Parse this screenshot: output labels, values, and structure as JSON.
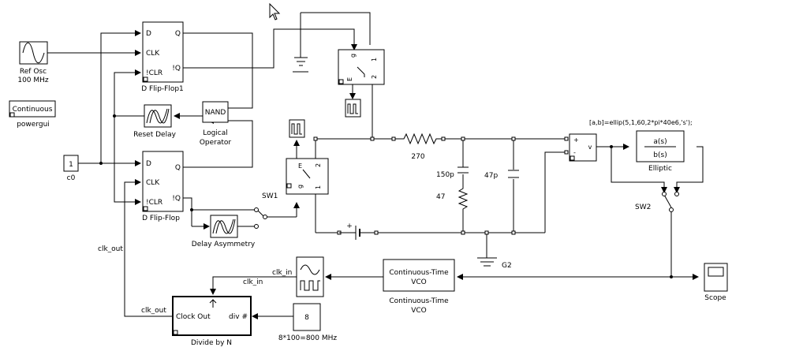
{
  "blocks": {
    "ref_osc": {
      "line1": "Ref Osc",
      "line2": "100 MHz"
    },
    "powergui": {
      "face": "Continuous",
      "label": "powergui"
    },
    "dff1": {
      "label": "D Flip-Flop1",
      "d": "D",
      "clk": "CLK",
      "clr": "!CLR",
      "q": "Q",
      "nq": "!Q"
    },
    "dff": {
      "label": "D Flip-Flop",
      "d": "D",
      "clk": "CLK",
      "clr": "!CLR",
      "q": "Q",
      "nq": "!Q"
    },
    "reset_delay": {
      "label": "Reset Delay"
    },
    "nand": {
      "face": "NAND",
      "line1": "Logical",
      "line2": "Operator"
    },
    "const_c0": {
      "value": "1",
      "label": "c0"
    },
    "sw_top": {
      "e": "E",
      "p1": "1",
      "p2": "2",
      "pg": "g"
    },
    "sw_mid": {
      "e": "E",
      "p1": "1",
      "p2": "2",
      "pg": "g"
    },
    "sw1": {
      "label": "SW1"
    },
    "delay_asym": {
      "label": "Delay Asymmetry"
    },
    "r270": {
      "label": "270"
    },
    "c150p": {
      "label": "150p"
    },
    "r47": {
      "label": "47"
    },
    "c47p": {
      "label": "47p"
    },
    "battery": {
      "plus": "+"
    },
    "ground": {
      "label": "G2"
    },
    "vmeas": {
      "plus": "+",
      "minus": "-",
      "out": "v"
    },
    "elliptic": {
      "num": "a(s)",
      "den": "b(s)",
      "label": "Elliptic",
      "annotation": "[a,b]=ellip(5,1,60,2*pi*40e6,'s');"
    },
    "sw2": {
      "label": "SW2"
    },
    "scope": {
      "label": "Scope"
    },
    "vco": {
      "face1": "Continuous-Time",
      "face2": "VCO",
      "label1": "Continuous-Time",
      "label2": "VCO"
    },
    "divn": {
      "clock_out": "Clock Out",
      "div": "div #",
      "label": "Divide by N"
    },
    "const_8": {
      "value": "8",
      "label": "8*100=800 MHz"
    },
    "signals": {
      "clk_out_left": "clk_out",
      "clk_out_bottom": "clk_out",
      "clk_in_right": "clk_in",
      "clk_in_left": "clk_in"
    }
  }
}
